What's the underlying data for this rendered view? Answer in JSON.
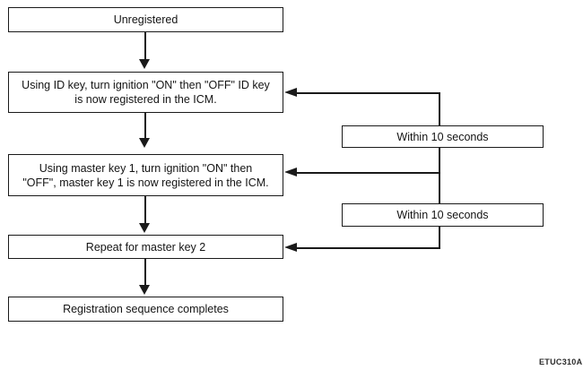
{
  "diagram": {
    "title_context": "Key registration sequence flowchart",
    "doc_code": "ETUC310A",
    "colors": {
      "line": "#1a1a1a",
      "background": "#ffffff",
      "text": "#141414"
    },
    "nodes": {
      "unregistered": {
        "label": "Unregistered"
      },
      "id_key": {
        "line1": "Using ID key, turn ignition \"ON\" then \"OFF\" ID key",
        "line2": "is now registered in the ICM."
      },
      "master_key1": {
        "line1": "Using master key 1, turn ignition \"ON\" then",
        "line2": "\"OFF\", master key 1 is now registered in the ICM."
      },
      "repeat_key2": {
        "label": "Repeat for master key 2"
      },
      "complete": {
        "label": "Registration sequence completes"
      },
      "within1": {
        "label": "Within 10 seconds"
      },
      "within2": {
        "label": "Within 10 seconds"
      }
    }
  }
}
